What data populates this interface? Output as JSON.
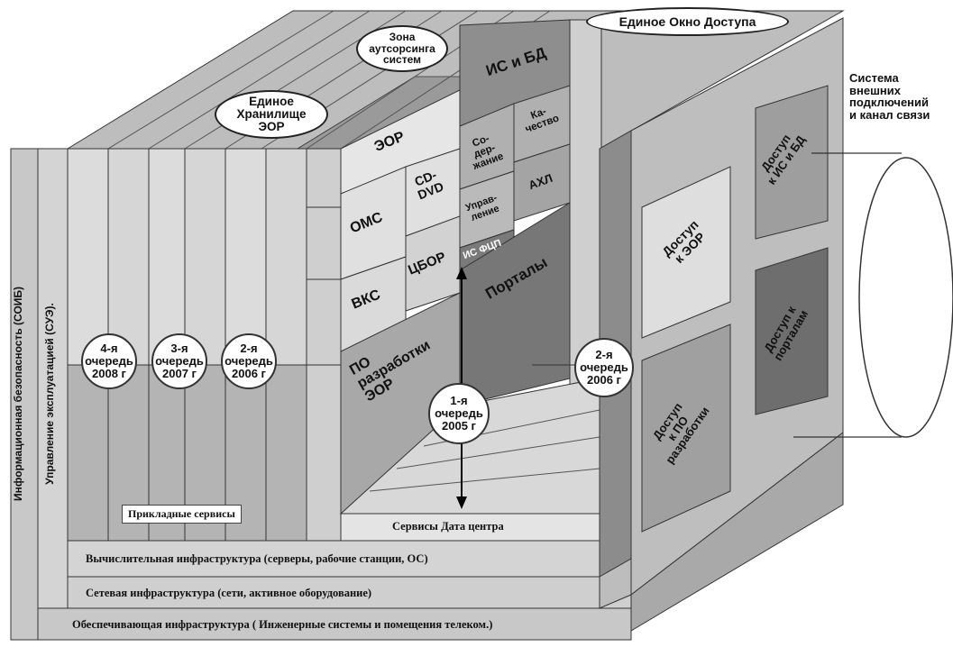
{
  "outer_columns": {
    "security": "Информационная безопасность (СОИБ)",
    "management": "Управление эксплуатацией (СУЭ)."
  },
  "queues": {
    "q4": "4-я\nочередь\n2008 г",
    "q3": "3-я\nочередь\n2007 г",
    "q2_left": "2-я\nочередь\n2006 г",
    "q1": "1-я\nочередь\n2005 г",
    "q2_right": "2-я\nочередь\n2006 г"
  },
  "callouts": {
    "unified_storage": "Единое\nХранилище\nЭОР",
    "outsourcing_zone": "Зона\nаутсорсинга\nсистем",
    "single_window": "Единое Окно Доступа",
    "external_system": "Система\nвнешних\nподключений\nи канал связи"
  },
  "front_blocks": {
    "eor": "ЭОР",
    "oms": "ОМС",
    "cd_dvd": "CD-\nDVD",
    "vks": "ВКС",
    "cbor": "ЦБОР",
    "po_dev": "ПО\nразработки\nЭОР"
  },
  "is_bd_section": {
    "title": "ИС и БД",
    "content": "Со-\nдер-\nжание",
    "quality": "Ка-\nчество",
    "management": "Управ-\nление",
    "axl": "АХЛ",
    "is_fcp": "ИС ФЦП",
    "portals": "Порталы"
  },
  "access_panels": {
    "eor": "Доступ\nк ЭОР",
    "is_bd": "Доступ\nк ИС и БД",
    "po_dev": "Доступ\nк ПО\nразработки",
    "portals": "Доступ к\nпорталам"
  },
  "bars": {
    "applied": "Прикладные сервисы",
    "datacenter": "Сервисы Дата центра",
    "compute": "Вычислительная инфраструктура (серверы, рабочие станции, ОС)",
    "network": "Сетевая инфраструктура (сети, активное оборудование)",
    "support": "Обеспечивающая инфраструктура ( Инженерные системы и помещения телеком.)"
  },
  "colors": {
    "light": "#d6d6d6",
    "mid": "#b4b4b4",
    "dark": "#8a8a8a",
    "darker": "#6e6e6e",
    "outline": "#333333"
  }
}
